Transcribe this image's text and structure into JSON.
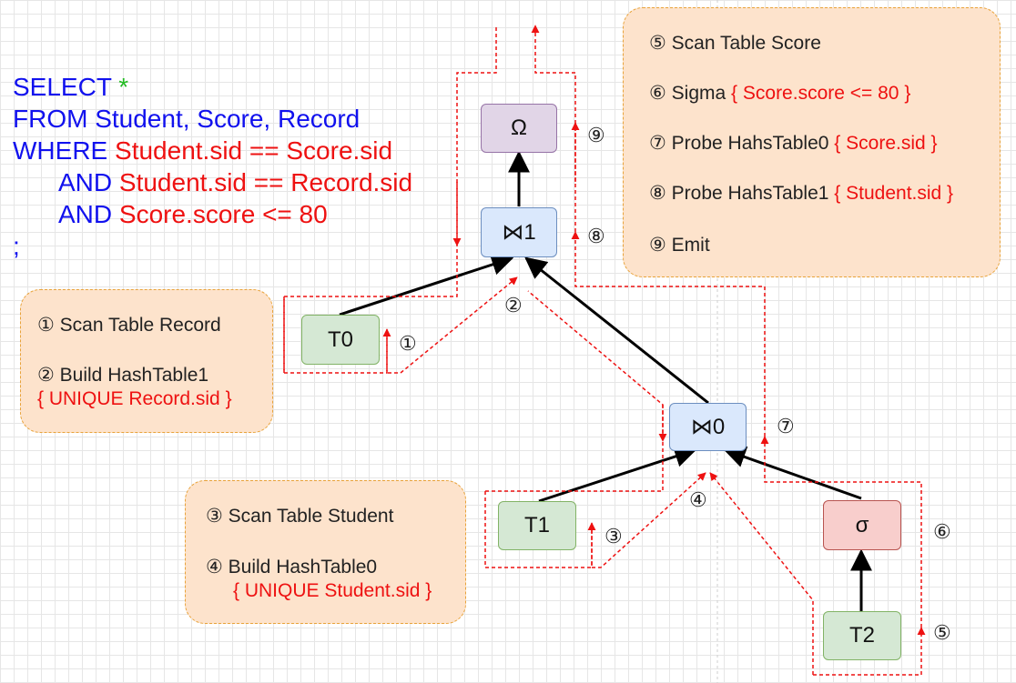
{
  "sql": {
    "select_kw": "SELECT",
    "select_star": "*",
    "from_line": "FROM Student, Score, Record",
    "where_kw": "WHERE",
    "where_cond": "Student.sid == Score.sid",
    "and1_kw": "AND",
    "and1_cond": "Student.sid == Record.sid",
    "and2_kw": "AND",
    "and2_cond": "Score.score <= 80",
    "terminator": ";"
  },
  "notes": {
    "record": {
      "step1": "① Scan Table Record",
      "step2": "② Build HashTable1",
      "step2_detail": "{ UNIQUE Record.sid }"
    },
    "student": {
      "step3": "③ Scan Table Student",
      "step4": "④ Build HashTable0",
      "step4_detail": "{ UNIQUE Student.sid }"
    },
    "score": {
      "step5": "⑤ Scan Table Score",
      "step6_label": "⑥ Sigma",
      "step6_detail": "{ Score.score <= 80 }",
      "step7_label": "⑦ Probe HahsTable0",
      "step7_detail": "{ Score.sid }",
      "step8_label": "⑧ Probe HahsTable1",
      "step8_detail": "{ Student.sid }",
      "step9": "⑨ Emit"
    }
  },
  "nodes": {
    "omega": "Ω",
    "join1": "⋈1",
    "join0": "⋈0",
    "t0": "T0",
    "t1": "T1",
    "t2": "T2",
    "sigma": "σ"
  },
  "step_markers": {
    "m1": "①",
    "m2": "②",
    "m3": "③",
    "m4": "④",
    "m5": "⑤",
    "m6": "⑥",
    "m7": "⑦",
    "m8": "⑧",
    "m9": "⑨"
  },
  "colors": {
    "sql_keyword": "#1111ee",
    "sql_star": "#22bb22",
    "condition_red": "#ee1111",
    "note_fill": "#fde3cc",
    "note_border": "#e8a33a",
    "table_node": "#d5e8d4",
    "join_node": "#dae8fc",
    "output_node": "#e1d5e7",
    "sigma_node": "#f8cecc",
    "flow_arrow": "#ee1111"
  }
}
